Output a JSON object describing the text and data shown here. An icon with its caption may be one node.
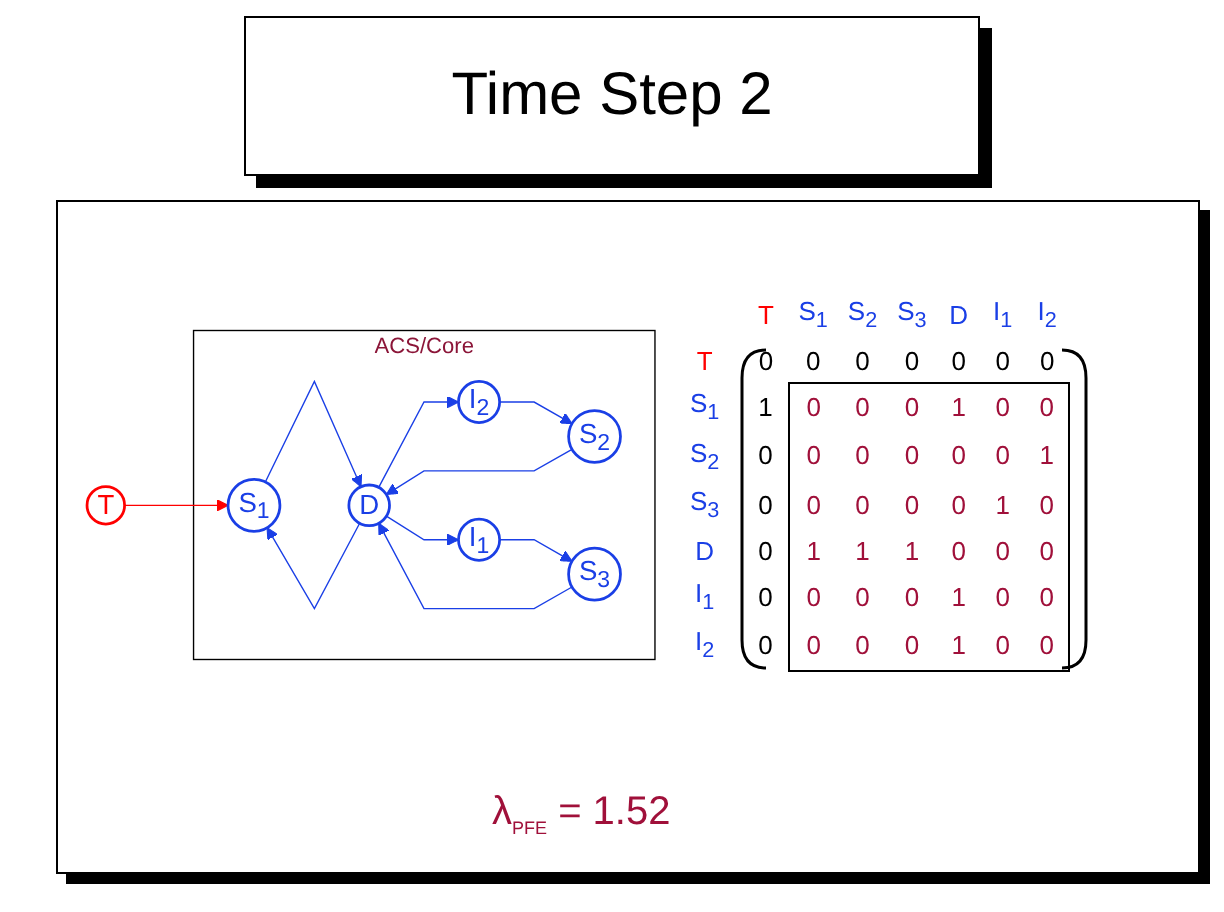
{
  "diagram": {
    "title": "Time Step 2",
    "nodes": [
      {
        "text": [
          "ACS/Core"
        ]
      },
      {
        "text": [
          "S$_{1}$"
        ],
        "in": 0
      },
      {
        "text": [
          "S$_{2}$"
        ],
        "in": 0
      },
      {
        "text": [
          "D"
        ],
        "in": 0
      },
      {
        "text": [
          "S$_{3}$"
        ],
        "in": 0
      },
      {
        "text": [
          "I$_{1}$"
        ],
        "in": 0
      },
      {
        "text": [
          "I$_{2}$"
        ],
        "in": 0
      },
      {
        "text": [
          "T"
        ]
      }
    ],
    "edges": [
      {
        "from": 3,
        "to": 1,
        "arrow": "to"
      },
      {
        "from": 1,
        "to": 3,
        "arrow": "to"
      },
      {
        "from": 2,
        "to": 3,
        "arrow": "to"
      },
      {
        "from": 4,
        "to": 3,
        "arrow": "to"
      },
      {
        "from": 3,
        "to": 5,
        "arrow": "to"
      },
      {
        "from": 5,
        "to": 4,
        "arrow": "to"
      },
      {
        "from": 3,
        "to": 6,
        "arrow": "to"
      },
      {
        "from": 6,
        "to": 2,
        "arrow": "to"
      },
      {
        "from": 7,
        "to": 1,
        "arrow": "to",
        "color": "#ff0000"
      }
    ],
    "labels": [
      "T",
      "S$_{1}$",
      "S$_{2}$",
      "S$_{3}$",
      "D",
      "I$_{1}$",
      "I$_{2}$",
      "T",
      "0",
      "0",
      "0",
      "0",
      "0",
      "0",
      "0",
      "S$_{1}$",
      "1",
      "0",
      "0",
      "0",
      "1",
      "0",
      "0",
      "S$_{2}$",
      "0",
      "0",
      "0",
      "0",
      "0",
      "0",
      "1",
      "S$_{3}$",
      "0",
      "0",
      "0",
      "0",
      "0",
      "1",
      "0",
      "D",
      "0",
      "1",
      "1",
      "1",
      "0",
      "0",
      "0",
      "I$_{1}$",
      "0",
      "0",
      "0",
      "0",
      "1",
      "0",
      "0",
      "I$_{2}$",
      "0",
      "0",
      "0",
      "0",
      "1",
      "0",
      "0",
      "λ$_{PFE}$ = 1.52"
    ]
  }
}
